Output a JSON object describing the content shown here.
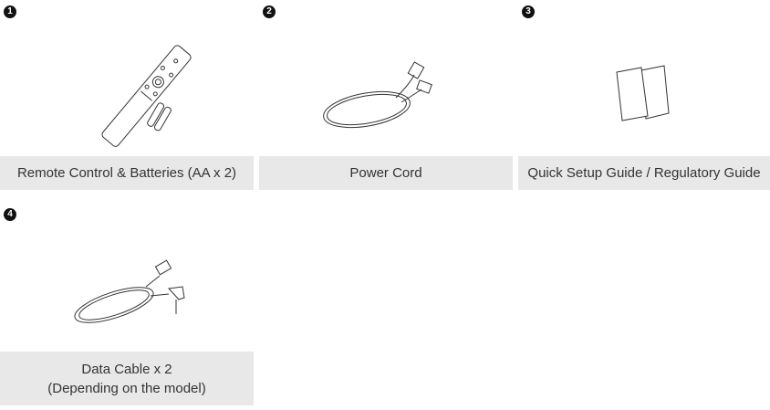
{
  "items": [
    {
      "number": "1",
      "label": "Remote Control & Batteries (AA x 2)",
      "icon": "remote-control-icon"
    },
    {
      "number": "2",
      "label": "Power Cord",
      "icon": "power-cord-icon"
    },
    {
      "number": "3",
      "label": "Quick Setup Guide / Regulatory Guide",
      "icon": "guide-booklet-icon"
    },
    {
      "number": "4",
      "label": "Data Cable x 2",
      "label_line2": "(Depending on the model)",
      "icon": "data-cable-icon"
    }
  ]
}
